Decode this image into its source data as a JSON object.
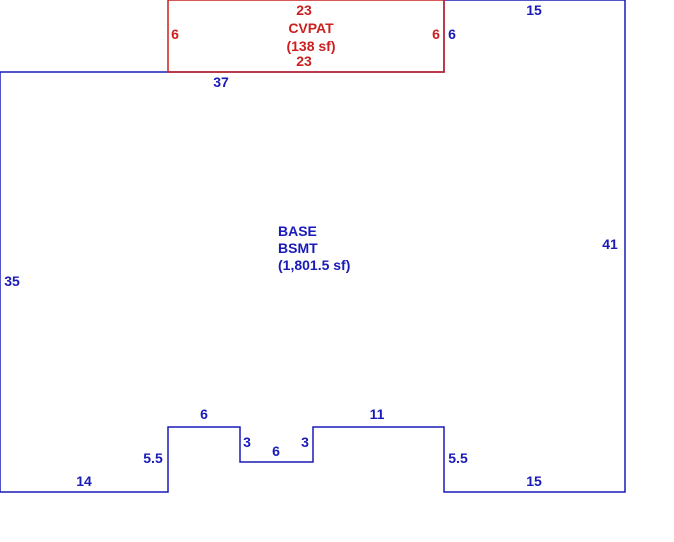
{
  "colors": {
    "base": "#1a1ab8",
    "cvpat": "#cc1f1f",
    "background": "#ffffff"
  },
  "areas": {
    "base": {
      "line1": "BASE",
      "line2": "BSMT",
      "area": "(1,801.5 sf)"
    },
    "cvpat": {
      "line1": "CVPAT",
      "area": "(138 sf)"
    }
  },
  "dimensions": {
    "base_top_left": "37",
    "base_top_right": "15",
    "base_right": "41",
    "base_left": "35",
    "base_bottom_left": "14",
    "base_notch_left_rise": "5.5",
    "base_notch_left_top": "6",
    "base_notch_inner_left": "3",
    "base_notch_inner_bottom": "6",
    "base_notch_inner_right": "3",
    "base_notch_right_top": "11",
    "base_notch_right_rise": "5.5",
    "base_bottom_right": "15",
    "base_cvpat_side": "6",
    "cvpat_top": "23",
    "cvpat_bottom": "23",
    "cvpat_left": "6",
    "cvpat_right": "6"
  }
}
